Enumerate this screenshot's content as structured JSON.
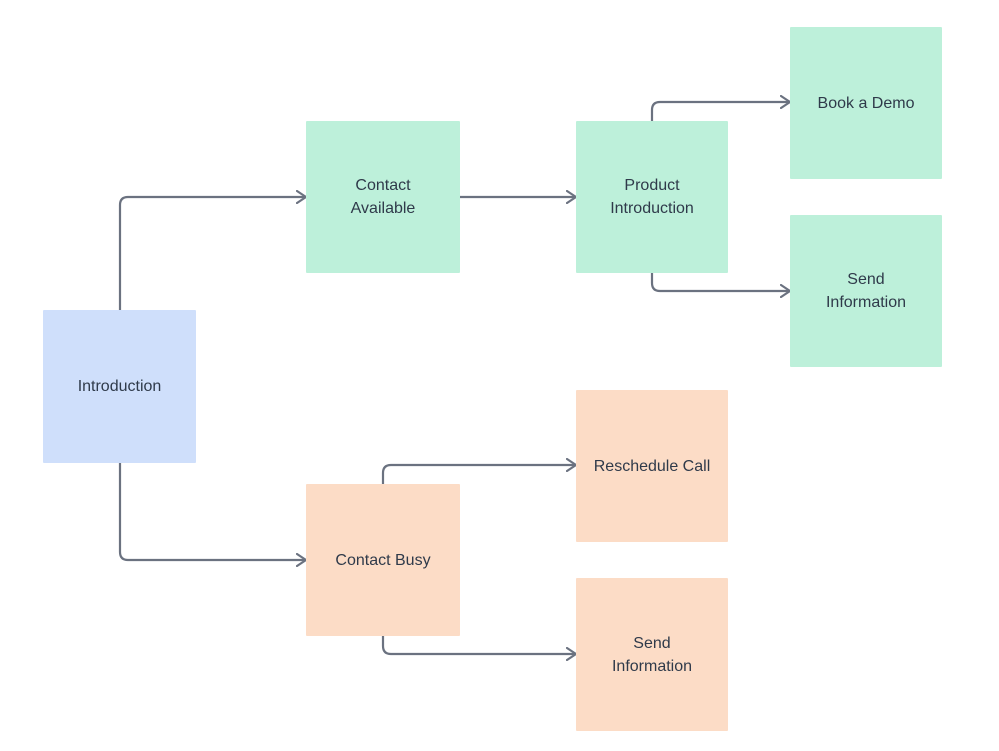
{
  "diagram": {
    "nodes": {
      "introduction": {
        "label": "Introduction",
        "color": "#cfdffb"
      },
      "contact_available": {
        "label": "Contact\nAvailable",
        "color": "#bdf0da"
      },
      "product_introduction": {
        "label": "Product\nIntroduction",
        "color": "#bdf0da"
      },
      "book_a_demo": {
        "label": "Book a Demo",
        "color": "#bdf0da"
      },
      "send_information_available": {
        "label": "Send\nInformation",
        "color": "#bdf0da"
      },
      "contact_busy": {
        "label": "Contact Busy",
        "color": "#fcdcc6"
      },
      "reschedule_call": {
        "label": "Reschedule Call",
        "color": "#fcdcc6"
      },
      "send_information_busy": {
        "label": "Send\nInformation",
        "color": "#fcdcc6"
      }
    },
    "edges": [
      {
        "from": "introduction",
        "to": "contact_available"
      },
      {
        "from": "introduction",
        "to": "contact_busy"
      },
      {
        "from": "contact_available",
        "to": "product_introduction"
      },
      {
        "from": "product_introduction",
        "to": "book_a_demo"
      },
      {
        "from": "product_introduction",
        "to": "send_information_available"
      },
      {
        "from": "contact_busy",
        "to": "reschedule_call"
      },
      {
        "from": "contact_busy",
        "to": "send_information_busy"
      }
    ],
    "connector_color": "#6b7280"
  }
}
